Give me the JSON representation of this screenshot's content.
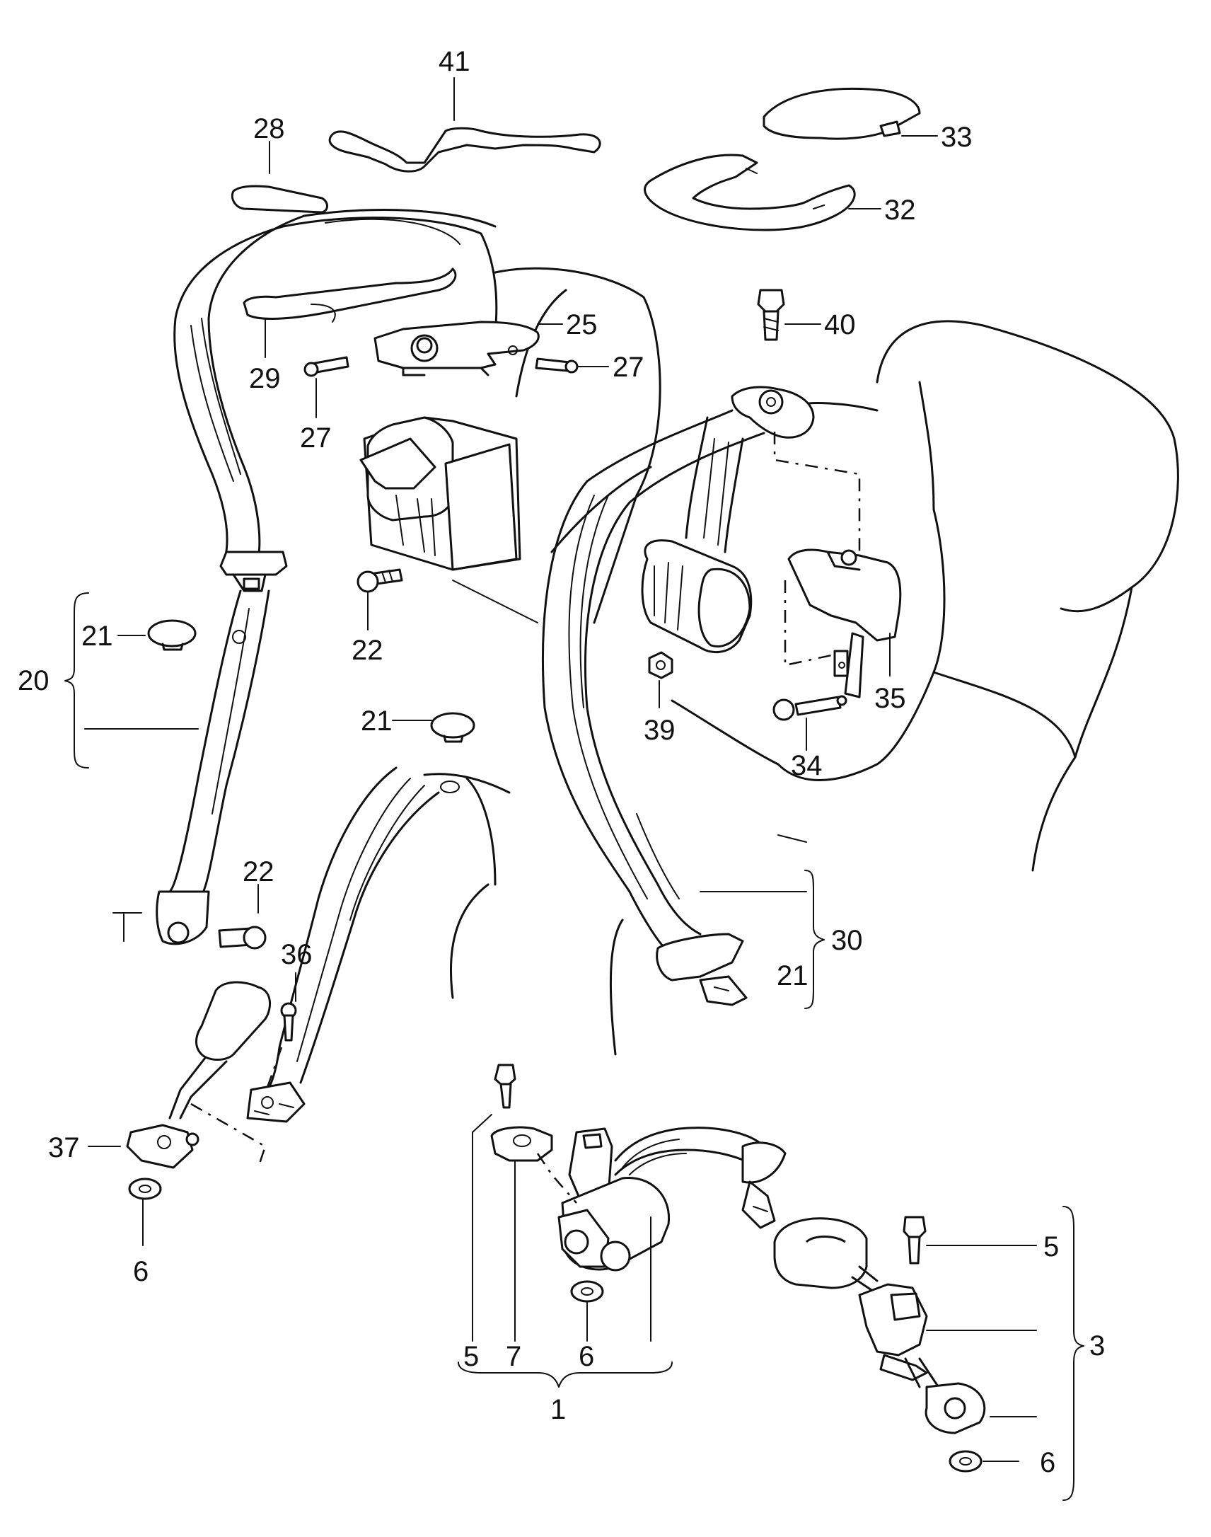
{
  "callouts": {
    "c41": "41",
    "c28": "28",
    "c33": "33",
    "c32": "32",
    "c25": "25",
    "c29": "29",
    "c27a": "27",
    "c27b": "27",
    "c40": "40",
    "c21a": "21",
    "c20": "20",
    "c22a": "22",
    "c21b": "21",
    "c39": "39",
    "c35": "35",
    "c34": "34",
    "c22b": "22",
    "c36": "36",
    "c30": "30",
    "c21c": "21",
    "c37": "37",
    "c6a": "6",
    "c5a": "5",
    "c7": "7",
    "c6b": "6",
    "c1": "1",
    "c5b": "5",
    "c3": "3",
    "c6c": "6"
  }
}
